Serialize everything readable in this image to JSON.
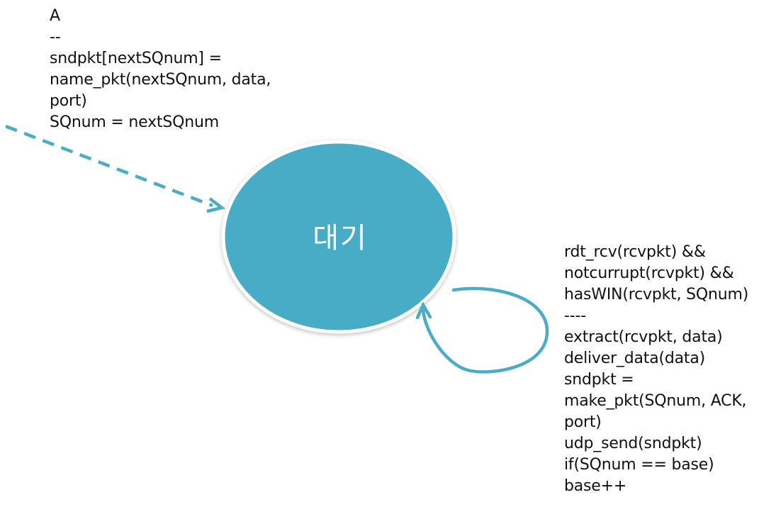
{
  "state": {
    "label": "대기"
  },
  "initial_transition": {
    "lines": [
      "A",
      "--",
      "sndpkt[nextSQnum] =",
      "name_pkt(nextSQnum, data,",
      "port)",
      "SQnum = nextSQnum"
    ]
  },
  "self_loop_transition": {
    "lines": [
      "rdt_rcv(rcvpkt) &&",
      "notcurrupt(rcvpkt) &&",
      "hasWIN(rcvpkt, SQnum)",
      "----",
      "extract(rcvpkt, data)",
      "deliver_data(data)",
      "sndpkt =",
      "make_pkt(SQnum, ACK,",
      "port)",
      "udp_send(sndpkt)",
      "if(SQnum == base)",
      "base++"
    ]
  },
  "colors": {
    "state_fill": "#4aacc6",
    "state_border": "#ffffff",
    "arrow": "#4aacc6",
    "text": "#111111"
  }
}
